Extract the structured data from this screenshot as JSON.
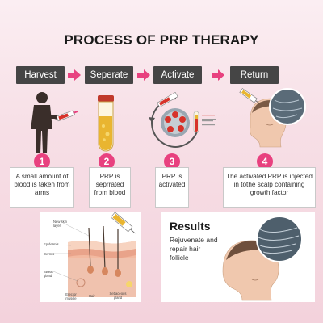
{
  "title": "PROCESS OF PRP THERAPY",
  "steps": [
    {
      "label": "Harvest",
      "number": "1",
      "desc": "A small amount of blood is taken from arms"
    },
    {
      "label": "Seperate",
      "number": "2",
      "desc": "PRP is seprrated from blood"
    },
    {
      "label": "Activate",
      "number": "3",
      "desc": "PRP is activated"
    },
    {
      "label": "Return",
      "number": "4",
      "desc": "The activated PRP is injected in tothe scalp containing growth factor"
    }
  ],
  "skin_labels": {
    "new_skin_layer": "New skin layer",
    "epidermis": "Epidermis",
    "dermis": "Dermis",
    "sweat_gland": "Sweat gland",
    "erector_muscle": "Erector muscle",
    "hair": "Hair",
    "sebaceous_gland": "Sebaceous gland"
  },
  "results": {
    "heading": "Results",
    "text": "Rejuvenate and repair hair follicle"
  },
  "colors": {
    "accent": "#e8417f",
    "button": "#454545",
    "prp_yellow": "#e9b530",
    "blood_red": "#d7322a"
  }
}
